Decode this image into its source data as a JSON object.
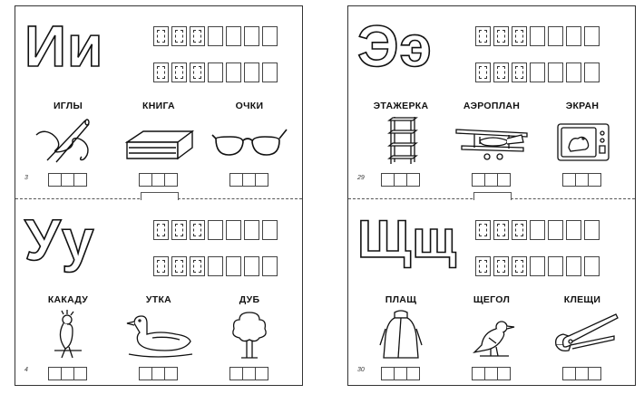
{
  "left_page": {
    "top_section": {
      "letters": "Ии",
      "words": [
        "ИГЛЫ",
        "КНИГА",
        "ОЧКИ"
      ],
      "page_number": "3"
    },
    "bottom_section": {
      "letters": "Уу",
      "words": [
        "КАКАДУ",
        "УТКА",
        "ДУБ"
      ],
      "page_number": "4"
    }
  },
  "right_page": {
    "top_section": {
      "letters": "Ээ",
      "words": [
        "ЭТАЖЕРКА",
        "АЭРОПЛАН",
        "ЭКРАН"
      ],
      "page_number": "29"
    },
    "bottom_section": {
      "letters": "Щщ",
      "words": [
        "ПЛАЩ",
        "ЩЕГОЛ",
        "КЛЕЩИ"
      ],
      "page_number": "30"
    }
  },
  "icons": [
    "needle-thread-icon",
    "book-icon",
    "glasses-icon",
    "cockatoo-icon",
    "duck-icon",
    "oak-tree-icon",
    "shelf-icon",
    "biplane-icon",
    "tv-screen-icon",
    "raincoat-icon",
    "goldfinch-icon",
    "pincers-icon"
  ],
  "colors": {
    "ink": "#111111",
    "paper": "#ffffff"
  }
}
